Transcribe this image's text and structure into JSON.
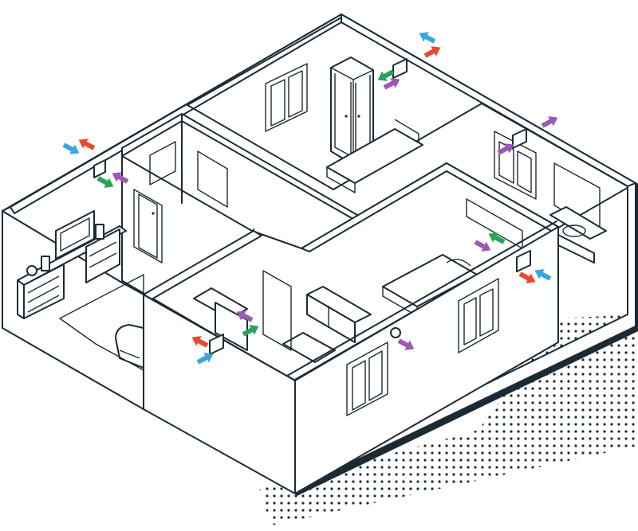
{
  "diagram": {
    "subject": "isometric-house-floor-plan-ventilation",
    "colors": {
      "outline": "#1c2b33",
      "extract_air": "#e94a2c",
      "fresh_air": "#3aa6e0",
      "transfer_air": "#9b59b6",
      "heat_recovery": "#27a35a",
      "dots": "#1c2b33"
    },
    "rooms": [
      {
        "id": "living-room",
        "icon": "tv-desk-icon"
      },
      {
        "id": "hallway",
        "icon": "door-icon"
      },
      {
        "id": "bedroom-back",
        "icon": "wardrobe-icon"
      },
      {
        "id": "bathroom",
        "icon": "bathtub-icon"
      },
      {
        "id": "bedroom-front",
        "icon": "bed-icon"
      },
      {
        "id": "kitchen",
        "icon": "kitchen-cabinet-icon"
      }
    ],
    "ventilation_units": [
      {
        "id": "unit-living-room",
        "arrows": [
          "transfer_air",
          "heat_recovery"
        ]
      },
      {
        "id": "unit-back-bedroom",
        "arrows": [
          "heat_recovery",
          "transfer_air"
        ]
      },
      {
        "id": "unit-bathroom",
        "arrows": [
          "transfer_air"
        ]
      },
      {
        "id": "unit-front-bedroom",
        "arrows": [
          "transfer_air",
          "heat_recovery"
        ]
      },
      {
        "id": "unit-exterior-right",
        "arrows": [
          "extract_air",
          "fresh_air"
        ]
      },
      {
        "id": "unit-kitchen",
        "arrows": [
          "transfer_air",
          "heat_recovery"
        ]
      },
      {
        "id": "unit-exterior-front",
        "arrows": [
          "extract_air",
          "fresh_air"
        ]
      },
      {
        "id": "vent-front-wall",
        "arrows": [
          "transfer_air"
        ]
      }
    ],
    "exterior_arrows": [
      {
        "id": "outside-top-left",
        "arrows": [
          "extract_air",
          "fresh_air"
        ]
      },
      {
        "id": "outside-top",
        "arrows": [
          "fresh_air",
          "extract_air"
        ]
      },
      {
        "id": "outside-right",
        "arrows": [
          "transfer_air"
        ]
      }
    ]
  }
}
